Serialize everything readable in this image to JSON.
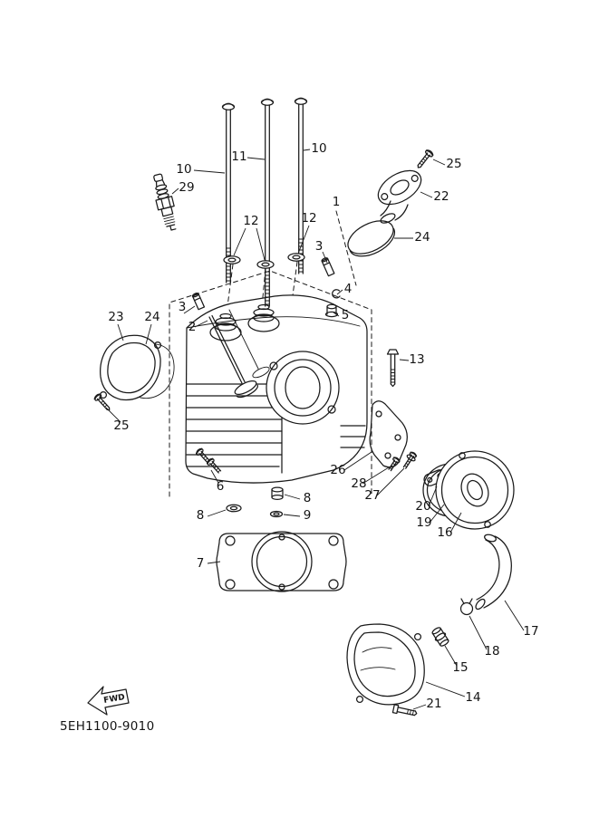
{
  "diagram": {
    "code": "5EH1100-9010",
    "fwd_label": "FWD"
  },
  "callouts": [
    {
      "label": "10"
    },
    {
      "label": "11"
    },
    {
      "label": "10"
    },
    {
      "label": "25"
    },
    {
      "label": "29"
    },
    {
      "label": "22"
    },
    {
      "label": "1"
    },
    {
      "label": "24"
    },
    {
      "label": "12"
    },
    {
      "label": "12"
    },
    {
      "label": "3"
    },
    {
      "label": "4"
    },
    {
      "label": "5"
    },
    {
      "label": "23"
    },
    {
      "label": "24"
    },
    {
      "label": "3"
    },
    {
      "label": "2"
    },
    {
      "label": "13"
    },
    {
      "label": "25"
    },
    {
      "label": "6"
    },
    {
      "label": "8"
    },
    {
      "label": "8"
    },
    {
      "label": "9"
    },
    {
      "label": "26"
    },
    {
      "label": "28"
    },
    {
      "label": "27"
    },
    {
      "label": "20"
    },
    {
      "label": "19"
    },
    {
      "label": "16"
    },
    {
      "label": "7"
    },
    {
      "label": "17"
    },
    {
      "label": "18"
    },
    {
      "label": "15"
    },
    {
      "label": "14"
    },
    {
      "label": "21"
    }
  ]
}
